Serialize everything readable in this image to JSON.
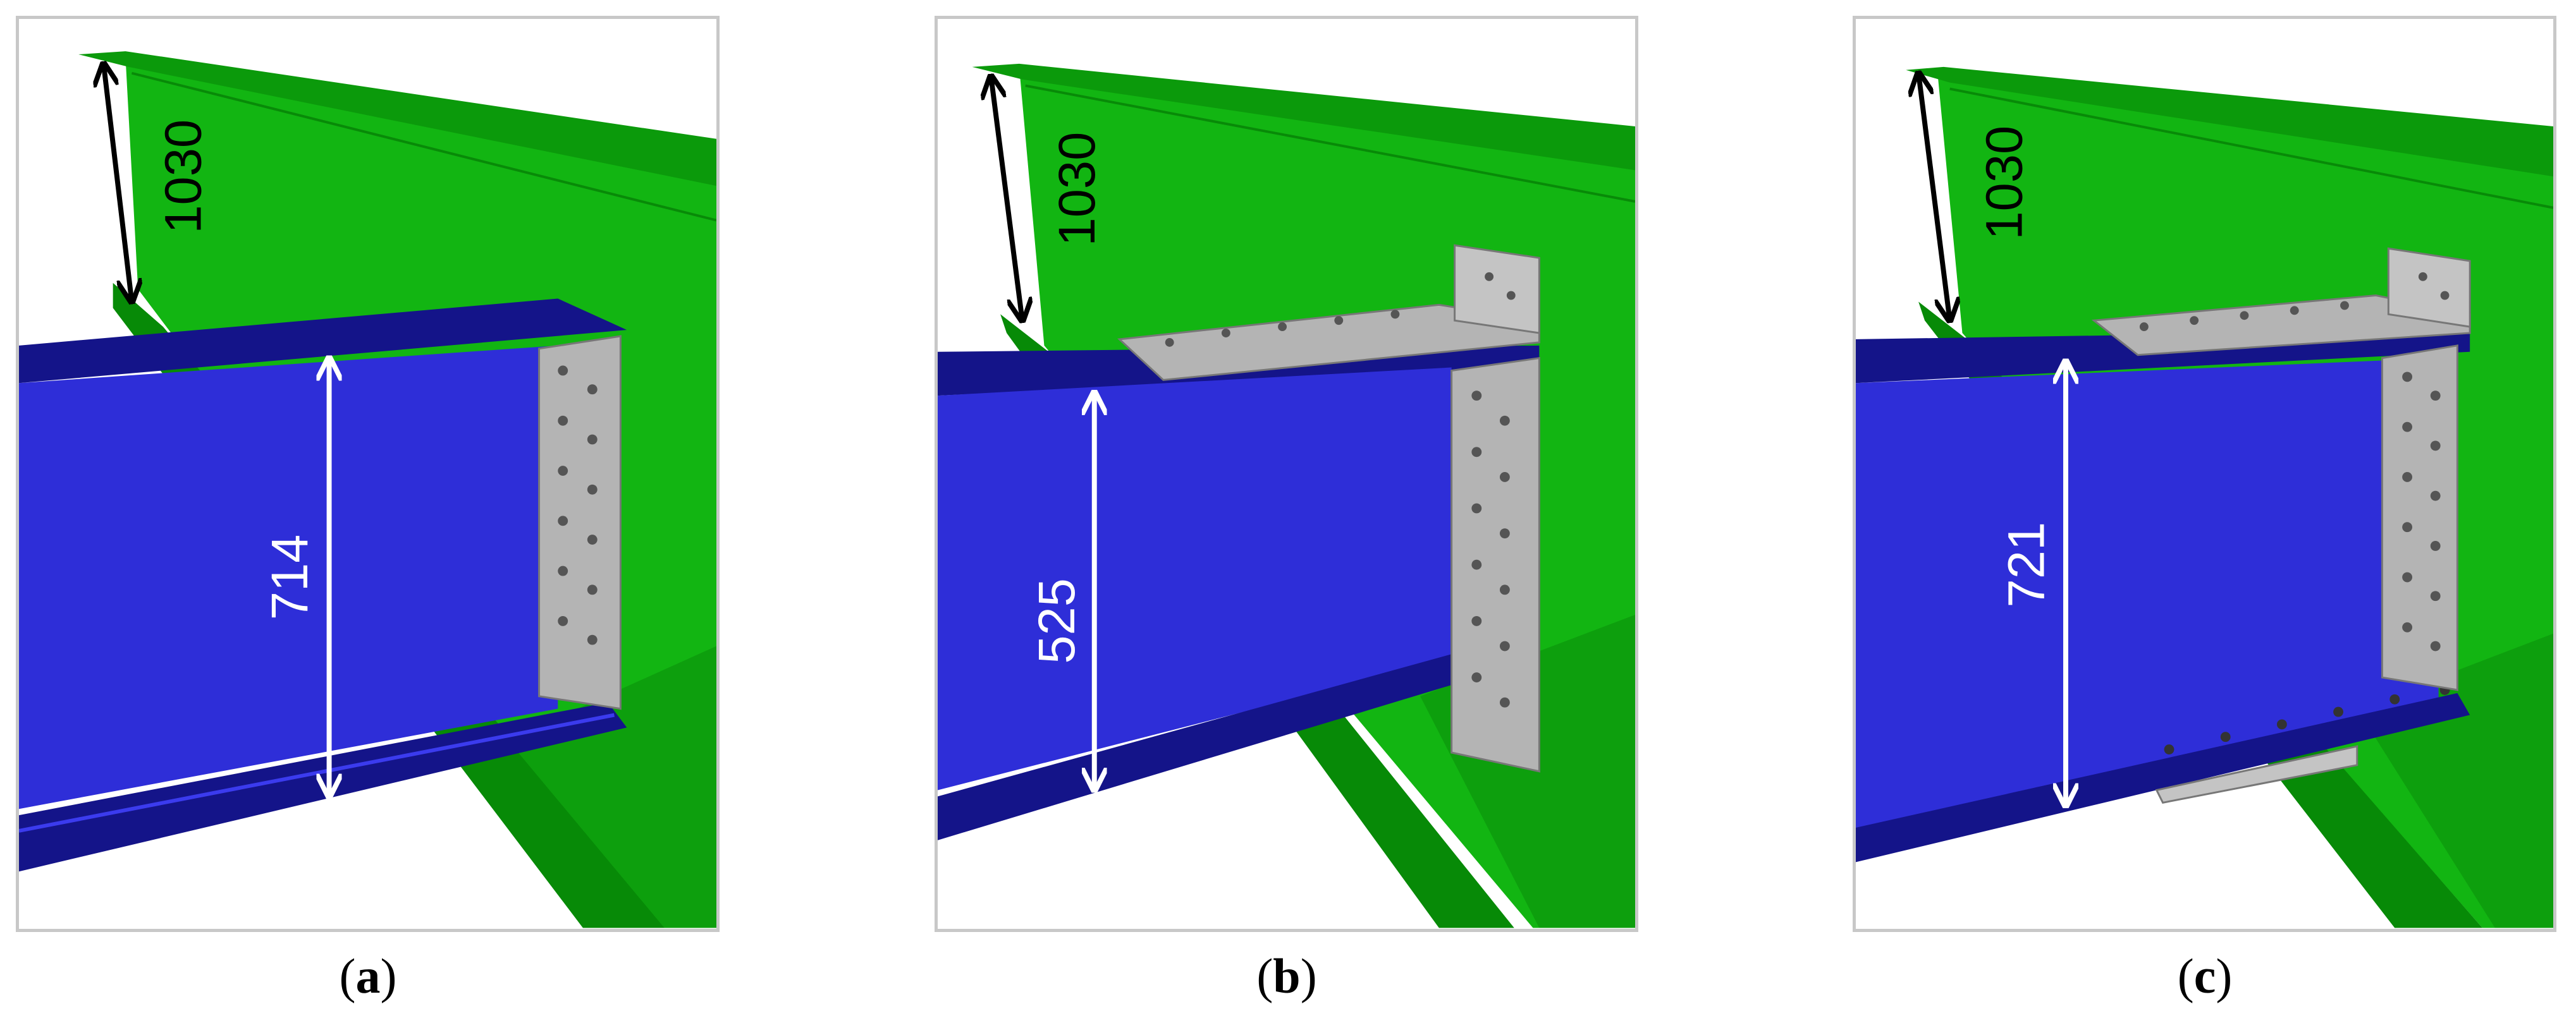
{
  "figure": {
    "panels": [
      {
        "id": "a",
        "caption_letter": "a",
        "top_dimension": "1030",
        "beam_dimension": "714"
      },
      {
        "id": "b",
        "caption_letter": "b",
        "top_dimension": "1030",
        "beam_dimension": "525"
      },
      {
        "id": "c",
        "caption_letter": "c",
        "top_dimension": "1030",
        "beam_dimension": "721"
      }
    ]
  },
  "colors": {
    "girder_green": "#12b512",
    "girder_dark_green": "#078a07",
    "beam_blue": "#2e2ed8",
    "beam_flange_blue": "#141489",
    "plate_grey": "#b4b4b4",
    "dimension_black": "#000000",
    "dimension_white": "#ffffff"
  }
}
